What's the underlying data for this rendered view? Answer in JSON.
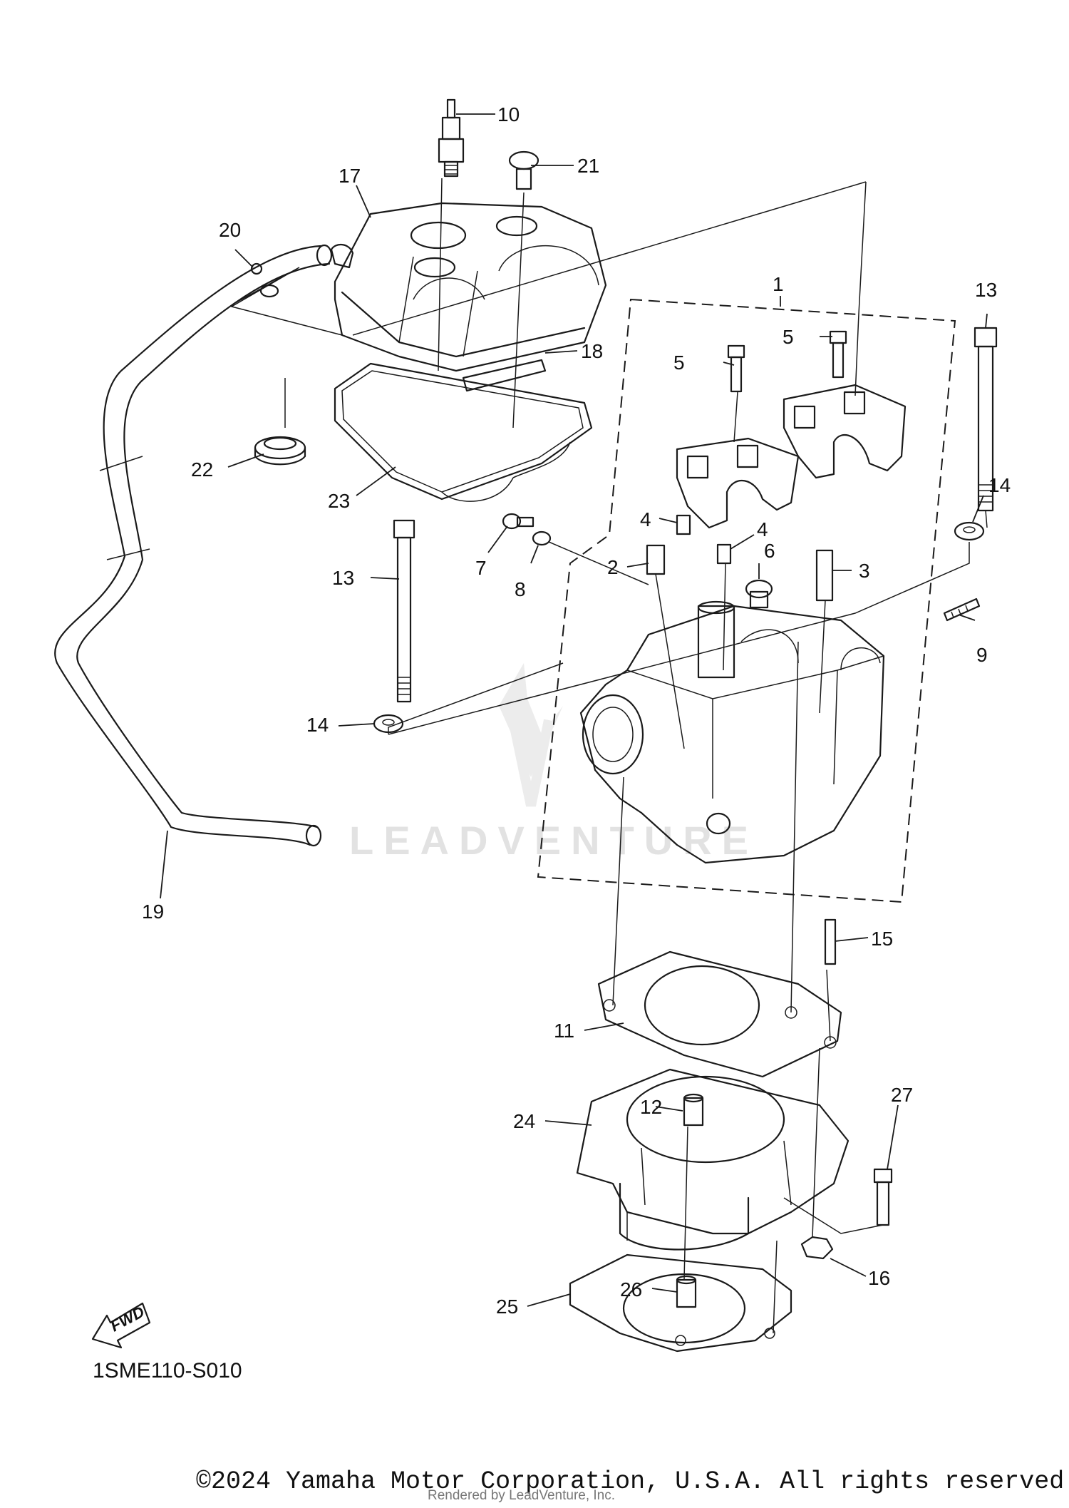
{
  "diagram": {
    "callouts": [
      {
        "id": "c1",
        "text": "1"
      },
      {
        "id": "c2",
        "text": "2"
      },
      {
        "id": "c3",
        "text": "3"
      },
      {
        "id": "c4a",
        "text": "4"
      },
      {
        "id": "c4b",
        "text": "4"
      },
      {
        "id": "c5a",
        "text": "5"
      },
      {
        "id": "c5b",
        "text": "5"
      },
      {
        "id": "c6",
        "text": "6"
      },
      {
        "id": "c7",
        "text": "7"
      },
      {
        "id": "c8",
        "text": "8"
      },
      {
        "id": "c9",
        "text": "9"
      },
      {
        "id": "c10",
        "text": "10"
      },
      {
        "id": "c11",
        "text": "11"
      },
      {
        "id": "c12",
        "text": "12"
      },
      {
        "id": "c13a",
        "text": "13"
      },
      {
        "id": "c13b",
        "text": "13"
      },
      {
        "id": "c14a",
        "text": "14"
      },
      {
        "id": "c14b",
        "text": "14"
      },
      {
        "id": "c15",
        "text": "15"
      },
      {
        "id": "c16",
        "text": "16"
      },
      {
        "id": "c17",
        "text": "17"
      },
      {
        "id": "c18",
        "text": "18"
      },
      {
        "id": "c19",
        "text": "19"
      },
      {
        "id": "c20",
        "text": "20"
      },
      {
        "id": "c21",
        "text": "21"
      },
      {
        "id": "c22",
        "text": "22"
      },
      {
        "id": "c23",
        "text": "23"
      },
      {
        "id": "c24",
        "text": "24"
      },
      {
        "id": "c25",
        "text": "25"
      },
      {
        "id": "c26",
        "text": "26"
      },
      {
        "id": "c27",
        "text": "27"
      }
    ],
    "fwd_label": "FWD",
    "watermark": "LEADVENTURE",
    "diagram_code": "1SME110-S010"
  },
  "footer": {
    "copyright": "©2024 Yamaha Motor Corporation, U.S.A. All rights reserved.",
    "rendered_by": "Rendered by LeadVenture, Inc."
  }
}
